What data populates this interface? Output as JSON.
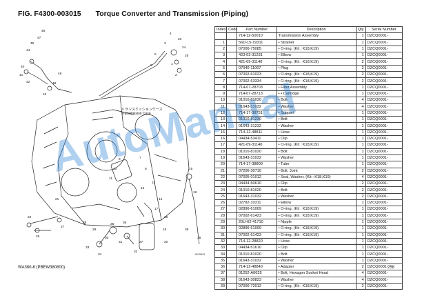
{
  "figure": {
    "number": "FIG. F4300-003015",
    "title": "Torque Converter and Transmission (Piping)"
  },
  "diagram": {
    "caption_jp": "トランスミッションケース",
    "caption_en": "Transmission Case",
    "code": "J093815",
    "callouts": [
      "46",
      "47",
      "45",
      "44",
      "40",
      "41",
      "42",
      "43",
      "48",
      "49",
      "23",
      "24",
      "25",
      "3",
      "4",
      "1",
      "2",
      "5",
      "6",
      "7",
      "8",
      "9",
      "10",
      "11",
      "12",
      "13",
      "14",
      "15",
      "16",
      "17",
      "18",
      "19",
      "20",
      "21",
      "22",
      "26",
      "27",
      "28",
      "29",
      "30",
      "31",
      "32",
      "33",
      "34",
      "35",
      "36",
      "37",
      "38",
      "39"
    ]
  },
  "table": {
    "headers": [
      "Index",
      "Code",
      "Part Number",
      "Description",
      "Qty",
      "Serial Number"
    ],
    "rows": [
      {
        "idx": "",
        "code": "",
        "pn": "714-12-50010",
        "desc": "Transmission Assembly",
        "qty": "1",
        "serial": "DZCQ0001-"
      },
      {
        "idx": "1",
        "code": "",
        "pn": "56D-15-19311",
        "desc": "• Strainer",
        "qty": "1",
        "serial": "DZCQ0001-"
      },
      {
        "idx": "2",
        "code": "",
        "pn": "07000-75085",
        "desc": "• O-ring, (Kit : K18,K19)",
        "qty": "1",
        "serial": "DZCQ0001-"
      },
      {
        "idx": "3",
        "code": "",
        "pn": "423-03-31231",
        "desc": "• Elbow",
        "qty": "1",
        "serial": "DZCQ0001-"
      },
      {
        "idx": "4",
        "code": "",
        "pn": "421-09-31140",
        "desc": "• O-ring, (Kit : K18,K19)",
        "qty": "2",
        "serial": "DZCQ0001-"
      },
      {
        "idx": "5",
        "code": "",
        "pn": "07040-11007",
        "desc": "• Plug",
        "qty": "2",
        "serial": "DZCQ0001-"
      },
      {
        "idx": "6",
        "code": "",
        "pn": "07002-61023",
        "desc": "• O-ring, (Kit : K18,K19)",
        "qty": "2",
        "serial": "DZCQ0001-"
      },
      {
        "idx": "7",
        "code": "",
        "pn": "07002-63334",
        "desc": "• O-ring, (Kit : K18,K19)",
        "qty": "2",
        "serial": "DZCQ0001-"
      },
      {
        "idx": "8",
        "code": "",
        "pn": "714-07-28703",
        "desc": "• Filter Assembly",
        "qty": "1",
        "serial": "DZCQ0001-"
      },
      {
        "idx": "9",
        "code": "",
        "pn": "714-07-28713",
        "desc": "• • Cartridge",
        "qty": "1",
        "serial": "DZCQ0001-"
      },
      {
        "idx": "10",
        "code": "",
        "pn": "01010-81030",
        "desc": "• Bolt",
        "qty": "4",
        "serial": "DZCQ0001-"
      },
      {
        "idx": "11",
        "code": "",
        "pn": "01643-31032",
        "desc": "• Washer",
        "qty": "4",
        "serial": "DZCQ0001-"
      },
      {
        "idx": "12",
        "code": "",
        "pn": "714-17-38751",
        "desc": "• Support",
        "qty": "1",
        "serial": "DZCQ0001-"
      },
      {
        "idx": "13",
        "code": "",
        "pn": "01010-81230",
        "desc": "• Bolt",
        "qty": "1",
        "serial": "DZCQ0001-"
      },
      {
        "idx": "14",
        "code": "",
        "pn": "01643-31232",
        "desc": "• Washer",
        "qty": "1",
        "serial": "DZCQ0001-"
      },
      {
        "idx": "15",
        "code": "",
        "pn": "714-12-48811",
        "desc": "• Hose",
        "qty": "1",
        "serial": "DZCQ0001-"
      },
      {
        "idx": "16",
        "code": "",
        "pn": "04434-53411",
        "desc": "• Clip",
        "qty": "1",
        "serial": "DZCQ0001-"
      },
      {
        "idx": "17",
        "code": "",
        "pn": "421-09-31140",
        "desc": "• O-ring, (Kit : K18,K19)",
        "qty": "1",
        "serial": "DZCQ0001-"
      },
      {
        "idx": "18",
        "code": "",
        "pn": "01010-81020",
        "desc": "• Bolt",
        "qty": "1",
        "serial": "DZCQ0001-"
      },
      {
        "idx": "19",
        "code": "",
        "pn": "01643-31032",
        "desc": "• Washer",
        "qty": "1",
        "serial": "DZCQ0001-"
      },
      {
        "idx": "20",
        "code": "",
        "pn": "714-17-38800",
        "desc": "• Tube",
        "qty": "1",
        "serial": "DZCQ0001-"
      },
      {
        "idx": "21",
        "code": "",
        "pn": "07206-30710",
        "desc": "• Bolt, Joint",
        "qty": "2",
        "serial": "DZCQ0001-"
      },
      {
        "idx": "22",
        "code": "",
        "pn": "07005-01012",
        "desc": "• Seal, Washer, (Kit : K18,K19)",
        "qty": "4",
        "serial": "DZCQ0001-"
      },
      {
        "idx": "23",
        "code": "",
        "pn": "04434-50610",
        "desc": "• Clip",
        "qty": "2",
        "serial": "DZCQ0001-"
      },
      {
        "idx": "24",
        "code": "",
        "pn": "01010-81020",
        "desc": "• Bolt",
        "qty": "2",
        "serial": "DZCQ0001-"
      },
      {
        "idx": "25",
        "code": "",
        "pn": "01643-31032",
        "desc": "• Washer",
        "qty": "2",
        "serial": "DZCQ0001-"
      },
      {
        "idx": "26",
        "code": "",
        "pn": "02782-10311",
        "desc": "• Elbow",
        "qty": "1",
        "serial": "DZCQ0001-"
      },
      {
        "idx": "27",
        "code": "",
        "pn": "02896-61009",
        "desc": "• O-ring, (Kit : K18,K19)",
        "qty": "1",
        "serial": "DZCQ0001-"
      },
      {
        "idx": "28",
        "code": "",
        "pn": "07002-61423",
        "desc": "• O-ring, (Kit : K18,K19)",
        "qty": "1",
        "serial": "DZCQ0001-"
      },
      {
        "idx": "29",
        "code": "",
        "pn": "20U-62-41710",
        "desc": "• Nipple",
        "qty": "1",
        "serial": "DZCQ0001-"
      },
      {
        "idx": "30",
        "code": "",
        "pn": "02896-61009",
        "desc": "• O-ring, (Kit : K18,K19)",
        "qty": "1",
        "serial": "DZCQ0001-"
      },
      {
        "idx": "31",
        "code": "",
        "pn": "07002-61423",
        "desc": "• O-ring, (Kit : K18,K19)",
        "qty": "1",
        "serial": "DZCQ0001-"
      },
      {
        "idx": "32",
        "code": "",
        "pn": "714-12-28820",
        "desc": "• Hose",
        "qty": "1",
        "serial": "DZCQ0001-"
      },
      {
        "idx": "33",
        "code": "",
        "pn": "04434-51610",
        "desc": "• Clip",
        "qty": "1",
        "serial": "DZCQ0001-"
      },
      {
        "idx": "34",
        "code": "",
        "pn": "01010-81020",
        "desc": "• Bolt",
        "qty": "1",
        "serial": "DZCQ0001-"
      },
      {
        "idx": "35",
        "code": "",
        "pn": "01643-31032",
        "desc": "• Washer",
        "qty": "1",
        "serial": "DZCQ0001-"
      },
      {
        "idx": "36",
        "code": "",
        "pn": "714-12-48840",
        "desc": "• Adapter",
        "qty": "2",
        "serial": "DZCQ0001-"
      },
      {
        "idx": "37",
        "code": "",
        "pn": "01252-A0625",
        "desc": "• Bolt, Hexagon Socket Head",
        "qty": "4",
        "serial": "DZCQ0001-"
      },
      {
        "idx": "38",
        "code": "",
        "pn": "01643-30823",
        "desc": "• Washer",
        "qty": "4",
        "serial": "DZCQ0001-"
      },
      {
        "idx": "39",
        "code": "",
        "pn": "07000-72012",
        "desc": "• O-ring, (Kit : K18,K19)",
        "qty": "2",
        "serial": "DZCQ0001-"
      }
    ]
  },
  "footer": {
    "model": "WA380-8 (PBEW380800)",
    "page": "258"
  },
  "watermark": "AutoManual",
  "colors": {
    "watermark": "#1e78d2",
    "line": "#222222"
  }
}
